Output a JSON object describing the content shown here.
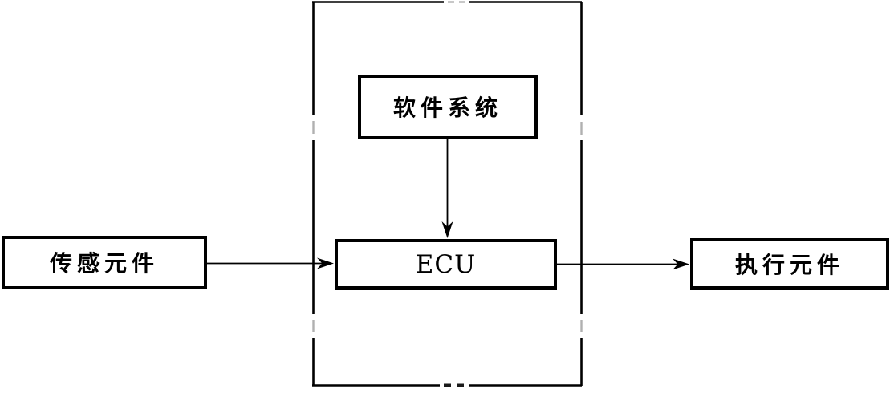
{
  "boxes": {
    "sensor": {
      "label": "传感元件"
    },
    "software": {
      "label": "软件系统"
    },
    "ecu": {
      "label": "ECU"
    },
    "actuator": {
      "label": "执行元件"
    }
  },
  "icons": {
    "arrow_right": "barbed-right-arrowhead",
    "arrow_down": "barbed-down-arrowhead"
  },
  "colors": {
    "line": "#000000",
    "background": "#ffffff",
    "break_dash": "#b0b0b0"
  }
}
